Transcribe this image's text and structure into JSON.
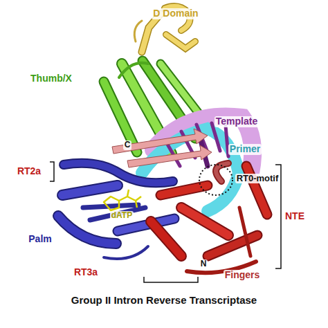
{
  "diagram": {
    "caption": "Group II Intron Reverse Transcriptase",
    "labels": [
      "D Domain",
      "Thumb/X",
      "C",
      "Template",
      "Primer",
      "RT0-motif",
      "RT2a",
      "dATP",
      "NTE",
      "Palm",
      "RT3a",
      "N",
      "Fingers"
    ]
  }
}
